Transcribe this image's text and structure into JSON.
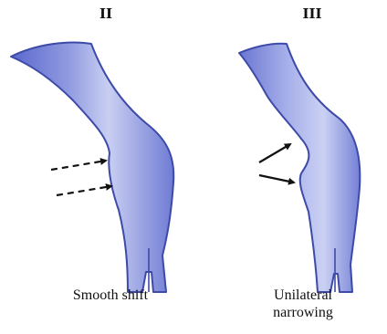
{
  "panels": [
    {
      "roman": "II",
      "caption_lines": [
        "Smooth shift"
      ]
    },
    {
      "roman": "III",
      "caption_lines": [
        "Unilateral",
        "narrowing"
      ]
    }
  ],
  "colors": {
    "vessel_fill_light": "#c9cff2",
    "vessel_fill_mid": "#8f9ae0",
    "vessel_fill_dark": "#5b68cc",
    "vessel_outline": "#3d4aa8",
    "arrow": "#111111"
  },
  "icons": {
    "arrow_style_panel_ii": "dashed",
    "arrow_style_panel_iii": "solid"
  }
}
